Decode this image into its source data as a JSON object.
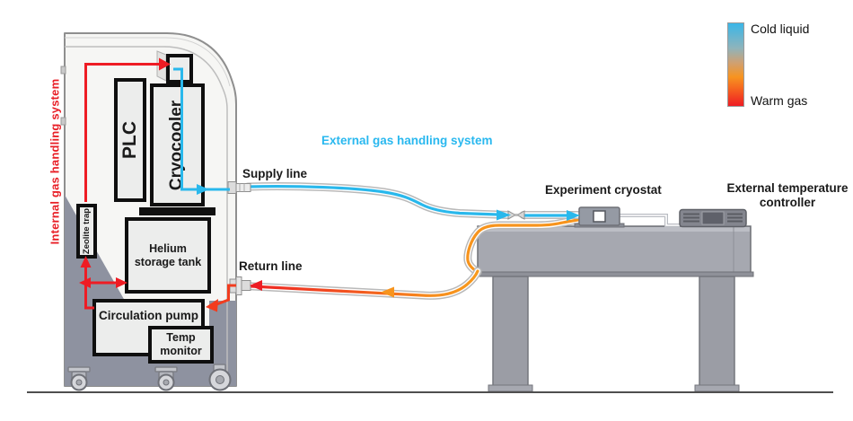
{
  "diagram": {
    "internal_system_label": "Internal gas handling system",
    "external_system_label": "External gas handling system",
    "supply_line_label": "Supply line",
    "return_line_label": "Return line",
    "experiment_cryostat_label": "Experiment cryostat",
    "external_temperature_controller_label": "External temperature controller",
    "cabinet_components": {
      "plc": "PLC",
      "cryocooler": "Cryocooler",
      "zeolite_trap": "Zeolite trap",
      "helium_tank": "Helium storage tank",
      "circulation_pump": "Circulation pump",
      "temp_monitor": "Temp monitor"
    },
    "legend": {
      "cold_label": "Cold liquid",
      "warm_label": "Warm gas",
      "cold_color": "#3ab6e8",
      "warm_color": "#ee1c24"
    },
    "colors": {
      "supply_cyan": "#29b8ec",
      "return_orange": "#f7941d",
      "return_red": "#ed1c24",
      "internal_red": "#ee1c24"
    }
  }
}
